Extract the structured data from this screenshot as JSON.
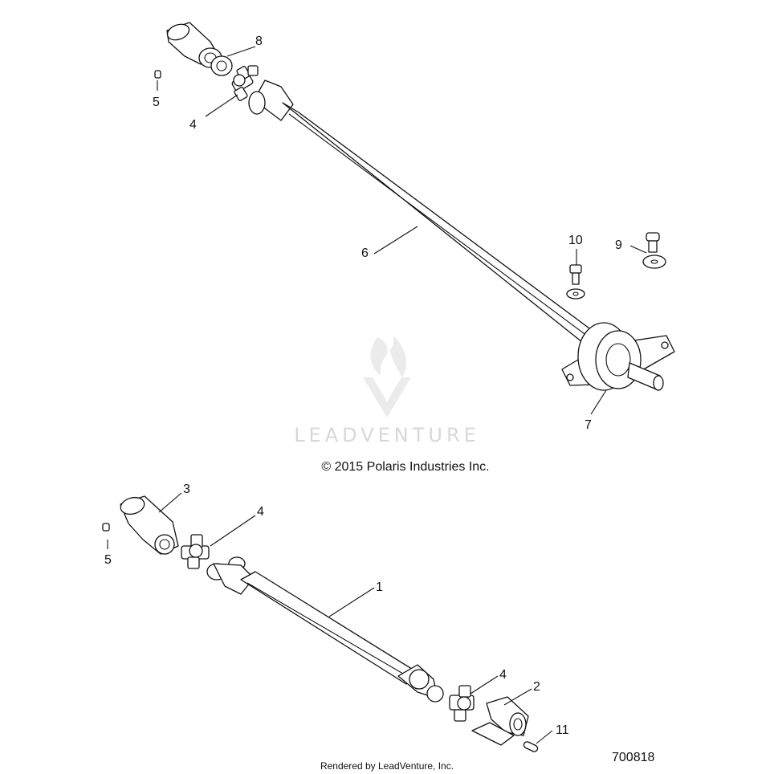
{
  "diagram": {
    "watermark_text": "LEADVENTURE",
    "copyright": "© 2015 Polaris Industries Inc.",
    "rendered_by": "Rendered by LeadVenture, Inc.",
    "diagram_number": "700818",
    "callouts": {
      "c8": "8",
      "c5_top": "5",
      "c4_top": "4",
      "c6": "6",
      "c10": "10",
      "c9": "9",
      "c7": "7",
      "c3": "3",
      "c4_mid": "4",
      "c5_bottom": "5",
      "c1": "1",
      "c4_bottom": "4",
      "c2": "2",
      "c11": "11"
    }
  }
}
